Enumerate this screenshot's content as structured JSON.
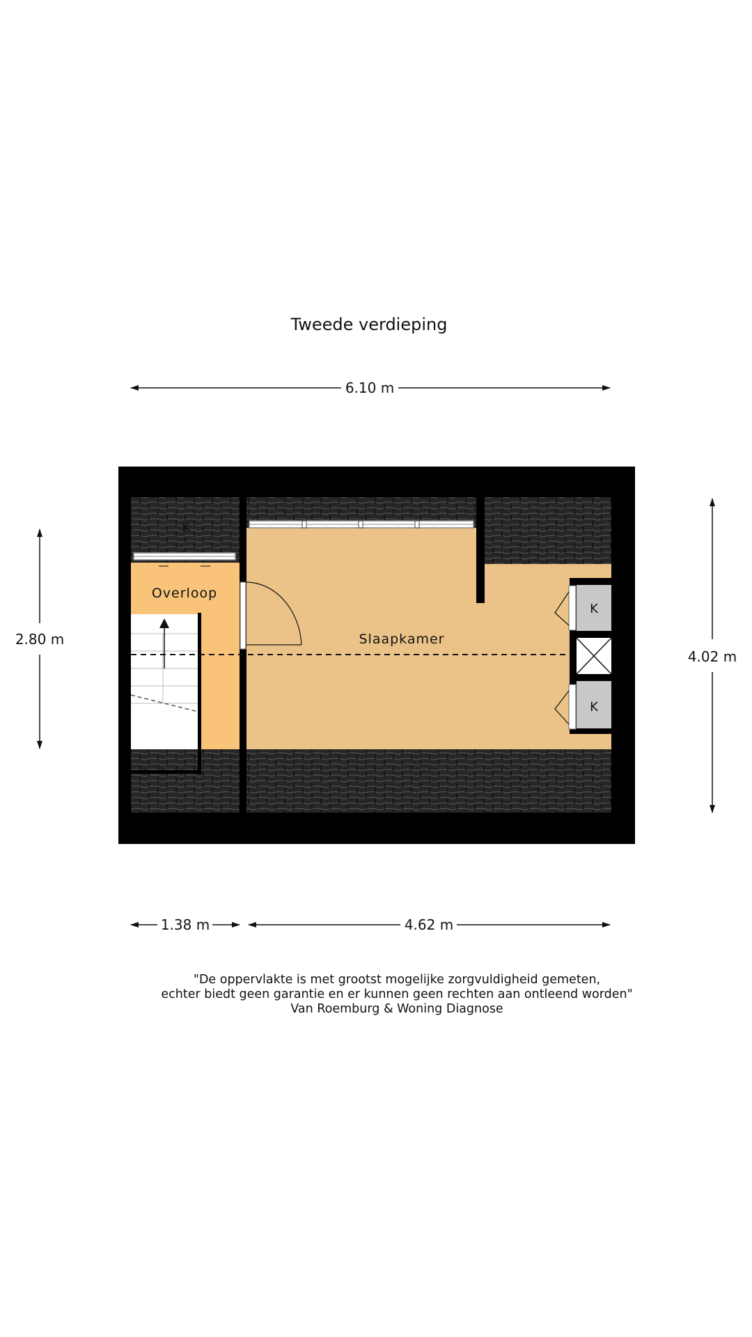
{
  "title": "Tweede verdieping",
  "dimensions": {
    "total_width": "6.10 m",
    "left_height": "2.80 m",
    "right_height": "4.02 m",
    "bottom_left_width": "1.38 m",
    "bottom_right_width": "4.62 m"
  },
  "rooms": {
    "overloop": "Overloop",
    "slaapkamer": "Slaapkamer",
    "kast_label_top": "K",
    "kast_label_bottom": "K",
    "roof_label": "K"
  },
  "disclaimer": {
    "line1": "\"De oppervlakte is met grootst mogelijke zorgvuldigheid gemeten,",
    "line2": "echter biedt geen garantie en er kunnen geen rechten aan ontleend worden\"",
    "line3": "Van Roemburg & Woning Diagnose"
  },
  "colors": {
    "wall": "#000000",
    "roof_tile": "#2b2b2b",
    "slaapkamer_floor": "#ebc388",
    "overloop_floor": "#f9c47a",
    "kast_fill": "#c8c8c8"
  }
}
